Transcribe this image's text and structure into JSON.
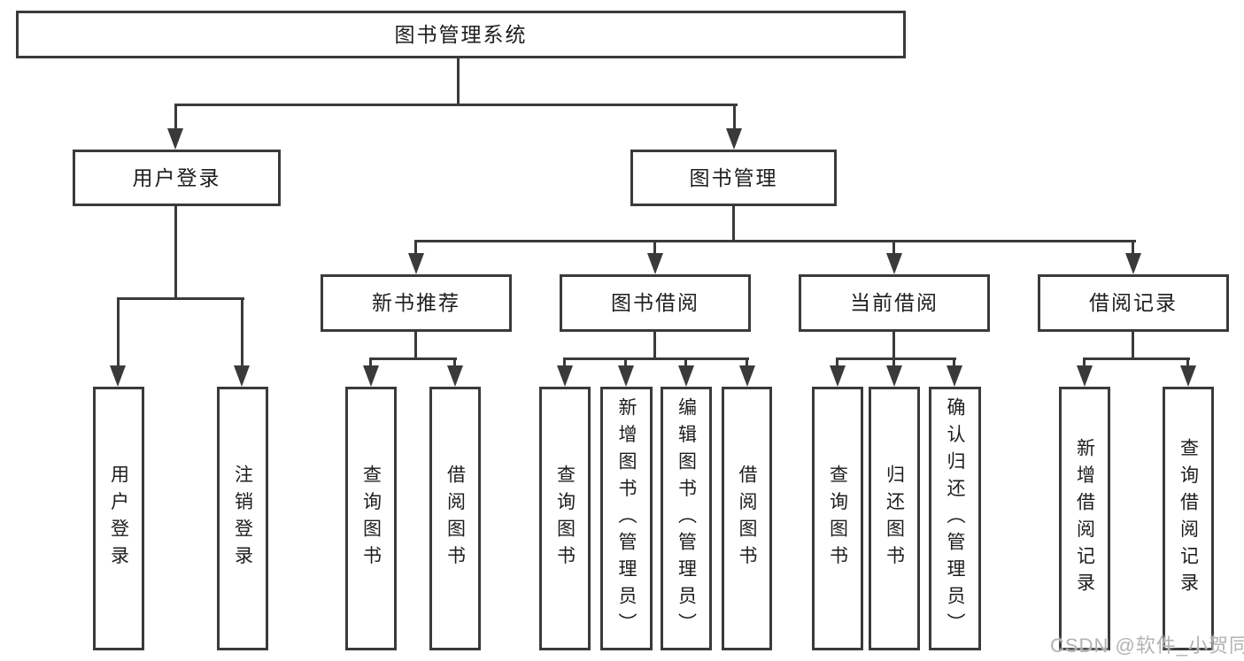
{
  "diagram_title": "图书管理系统",
  "tree": {
    "label": "图书管理系统",
    "children": [
      {
        "label": "用户登录",
        "children": [
          {
            "label": "用户登录"
          },
          {
            "label": "注销登录"
          }
        ]
      },
      {
        "label": "图书管理",
        "children": [
          {
            "label": "新书推荐",
            "children": [
              {
                "label": "查询图书"
              },
              {
                "label": "借阅图书"
              }
            ]
          },
          {
            "label": "图书借阅",
            "children": [
              {
                "label": "查询图书"
              },
              {
                "label": "新增图书（管理员）"
              },
              {
                "label": "编辑图书（管理员）"
              },
              {
                "label": "借阅图书"
              }
            ]
          },
          {
            "label": "当前借阅",
            "children": [
              {
                "label": "查询图书"
              },
              {
                "label": "归还图书"
              },
              {
                "label": "确认归还（管理员）"
              }
            ]
          },
          {
            "label": "借阅记录",
            "children": [
              {
                "label": "新增借阅记录"
              },
              {
                "label": "查询借阅记录"
              }
            ]
          }
        ]
      }
    ]
  },
  "watermark": {
    "text": "CSDN @软件_小贺同学"
  },
  "colors": {
    "line": "#3a3a3a",
    "text": "#1d1d1d",
    "watermark": "#b3b3b3",
    "bg": "#ffffff"
  }
}
